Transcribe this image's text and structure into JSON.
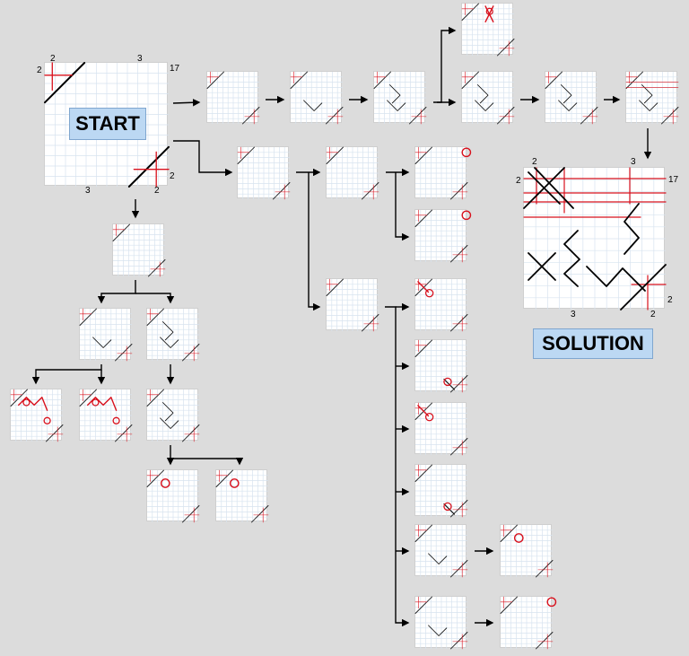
{
  "start_label": "START",
  "solution_label": "SOLUTION",
  "clues": {
    "top_left": "2",
    "top_mid": "3",
    "right": "17",
    "left": "2",
    "bottom_left": "3",
    "bottom_right": "2"
  },
  "colors": {
    "background": "#dcdcdc",
    "grid": "#d7e3ef",
    "mark": "#d8101c",
    "line": "#000000",
    "banner": "#bcd8f3"
  }
}
